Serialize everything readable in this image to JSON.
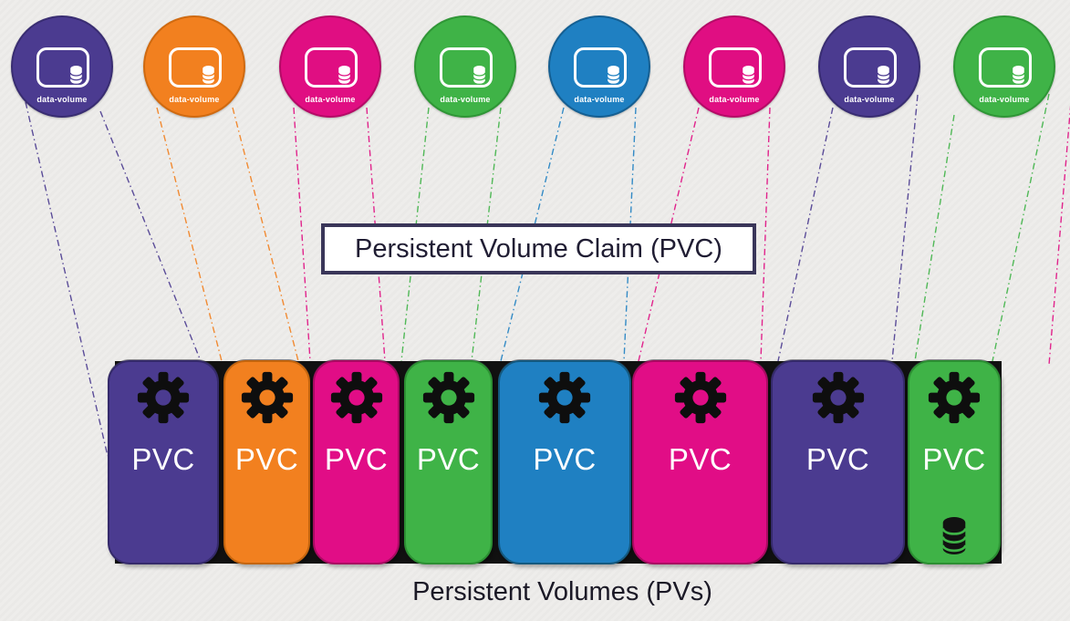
{
  "canvas": {
    "background_color": "#edecea"
  },
  "title_box": {
    "label": "Persistent Volume Claim (PVC)",
    "background": "#ffffff",
    "border_color": "#3a3659",
    "text_color": "#201d33"
  },
  "footer": {
    "label": "Persistent Volumes (PVs)",
    "text_color": "#1b1926"
  },
  "backing_bar": {
    "color": "#111111"
  },
  "connector_style": "dash-dot",
  "icons": {
    "claim_badge": "gear-icon",
    "volume_frame": "volume-outline-icon",
    "volume_badge": "database-icon",
    "pv_database": "database-icon"
  },
  "data_volumes": [
    {
      "label": "data-volume",
      "color": "#4b3b90",
      "border": "#392d72"
    },
    {
      "label": "data-volume",
      "color": "#f2801f",
      "border": "#d06a10"
    },
    {
      "label": "data-volume",
      "color": "#e00e82",
      "border": "#b50b67"
    },
    {
      "label": "data-volume",
      "color": "#3fb347",
      "border": "#2f9636"
    },
    {
      "label": "data-volume",
      "color": "#1f80c2",
      "border": "#155f92"
    },
    {
      "label": "data-volume",
      "color": "#e00e82",
      "border": "#b50b67"
    },
    {
      "label": "data-volume",
      "color": "#4b3b90",
      "border": "#392d72"
    },
    {
      "label": "data-volume",
      "color": "#3fb347",
      "border": "#2f9636"
    }
  ],
  "persistent_volume_claims": [
    {
      "label": "PVC",
      "color": "#4b3b90",
      "border": "#352a6b"
    },
    {
      "label": "PVC",
      "color": "#f2801f",
      "border": "#c4650e"
    },
    {
      "label": "PVC",
      "color": "#e10d86",
      "border": "#a90a62"
    },
    {
      "label": "PVC",
      "color": "#3fb347",
      "border": "#2c8f33"
    },
    {
      "label": "PVC",
      "color": "#1f80c2",
      "border": "#14597f"
    },
    {
      "label": "PVC",
      "color": "#e10d86",
      "border": "#a90a62"
    },
    {
      "label": "PVC",
      "color": "#4b3b90",
      "border": "#352a6b"
    },
    {
      "label": "PVC",
      "color": "#3fb347",
      "border": "#2c8f33",
      "database_icon": true
    }
  ]
}
